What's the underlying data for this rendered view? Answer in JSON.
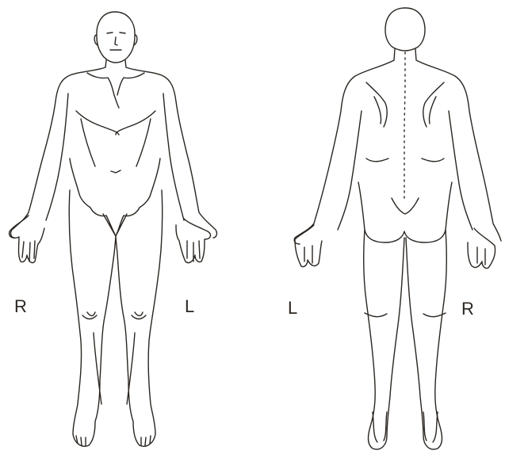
{
  "labels": {
    "front_right": "R",
    "front_left": "L",
    "back_left": "L",
    "back_right": "R"
  },
  "colors": {
    "ink": "#2a2520",
    "background": "#ffffff"
  }
}
